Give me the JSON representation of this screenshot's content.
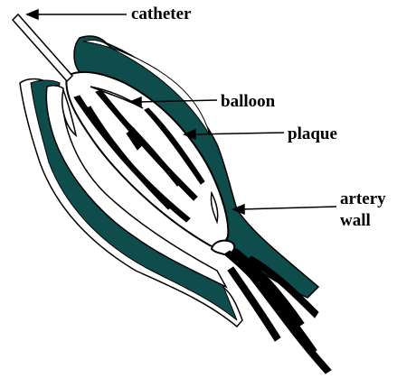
{
  "colors": {
    "plaque": "#0f4d4d",
    "outline": "#000000",
    "background": "#ffffff",
    "guide_wire": "#000000"
  },
  "labels": {
    "catheter": "catheter",
    "balloon": "balloon",
    "plaque": "plaque",
    "artery_line1": "artery",
    "artery_line2": "wall"
  },
  "parts": [
    "catheter",
    "balloon",
    "plaque",
    "artery-wall",
    "guide-wire"
  ]
}
